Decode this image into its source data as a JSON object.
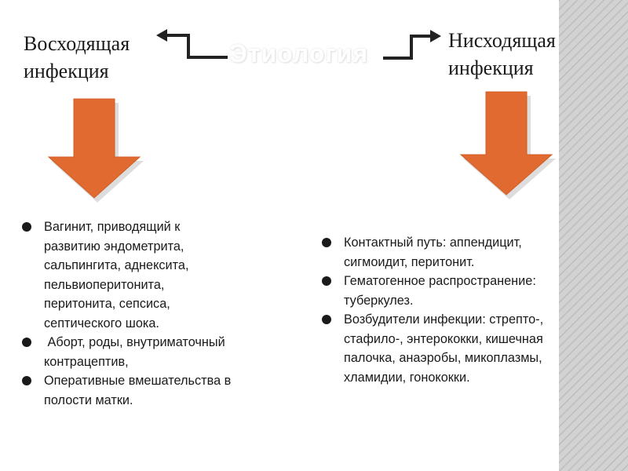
{
  "title": "Этиология",
  "left": {
    "heading_line1": "Восходящая",
    "heading_line2": "инфекция",
    "items": [
      {
        "lines": [
          "Вагинит, приводящий к",
          "развитию эндометрита,",
          "сальпингита, аднексита,",
          "пельвиоперитонита,",
          "перитонита, сепсиса,",
          "септического шока."
        ]
      },
      {
        "lines": [
          " Аборт, роды, внутриматочный",
          "контрацептив,"
        ]
      },
      {
        "lines": [
          "Оперативные вмешательства в",
          "полости матки."
        ]
      }
    ]
  },
  "right": {
    "heading_line1": "Нисходящая",
    "heading_line2": "инфекция",
    "items": [
      {
        "lines": [
          "Контактный путь: аппендицит,",
          "сигмоидит, перитонит."
        ]
      },
      {
        "lines": [
          "Гематогенное распространение:",
          "туберкулез."
        ]
      },
      {
        "lines": [
          "Возбудители инфекции: стрепто-,",
          "стафило-, энтерококки, кишечная",
          "палочка, анаэробы, микоплазмы,",
          "хламидии, гонококки."
        ]
      }
    ]
  },
  "colors": {
    "arrow": "#e06a30",
    "arrow_edge": "#d05d25",
    "connector": "#222222",
    "stripe": "#c8c8c8"
  },
  "icons": {
    "left_arrow": "down-arrow-icon",
    "right_arrow": "down-arrow-icon",
    "left_connector": "step-arrow-left-icon",
    "right_connector": "step-arrow-right-icon",
    "bullets": "filled-circle-bullet"
  }
}
